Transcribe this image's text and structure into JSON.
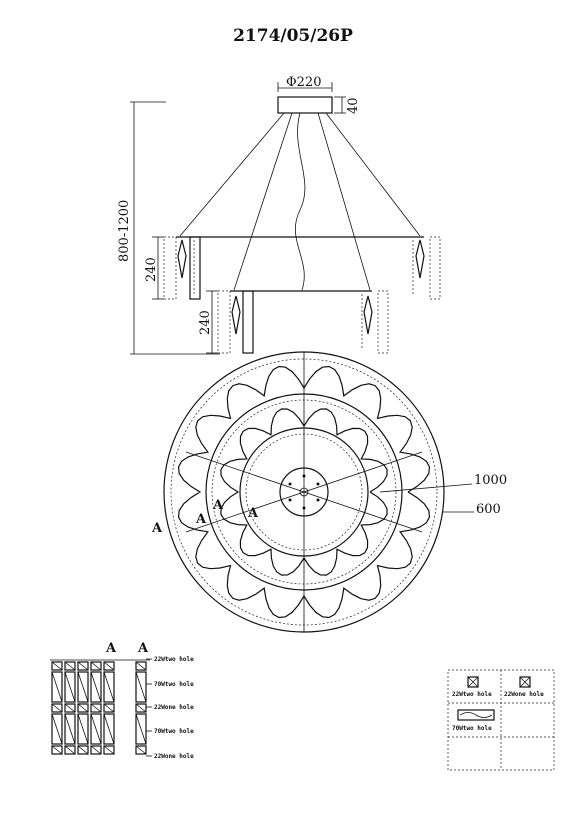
{
  "title": "2174/05/26P",
  "dimensions": {
    "canopy_diameter": "Φ220",
    "canopy_height": "40",
    "overall_height": "800-1200",
    "outer_ring_height": "240",
    "inner_ring_height": "240",
    "outer_diameter": "1000",
    "inner_diameter": "600"
  },
  "section_marks": [
    "A",
    "A",
    "A",
    "A"
  ],
  "legend_rows": [
    {
      "label": "22Wtwo hole"
    },
    {
      "label": "70Wtwo hole"
    },
    {
      "label": "22Wone hole"
    },
    {
      "label": "70Wtwo hole"
    },
    {
      "label": "22Wone hole"
    }
  ],
  "key_box": {
    "items": [
      "22Wtwo hole",
      "22Wone hole",
      "70Wtwo hole"
    ]
  }
}
